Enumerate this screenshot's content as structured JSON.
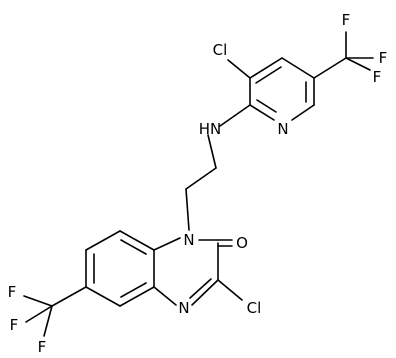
{
  "molecule": {
    "atom_labels": {
      "cl_top": "Cl",
      "cf3_top_f1": "F",
      "cf3_top_f2": "F",
      "cf3_top_f3": "F",
      "nh": "HN",
      "n_pyridine": "N",
      "n1_quinox": "N",
      "oxygen": "O",
      "n4_quinox": "N",
      "cl_bottom": "Cl",
      "cf3_bot_f1": "F",
      "cf3_bot_f2": "F",
      "cf3_bot_f3": "F"
    }
  }
}
